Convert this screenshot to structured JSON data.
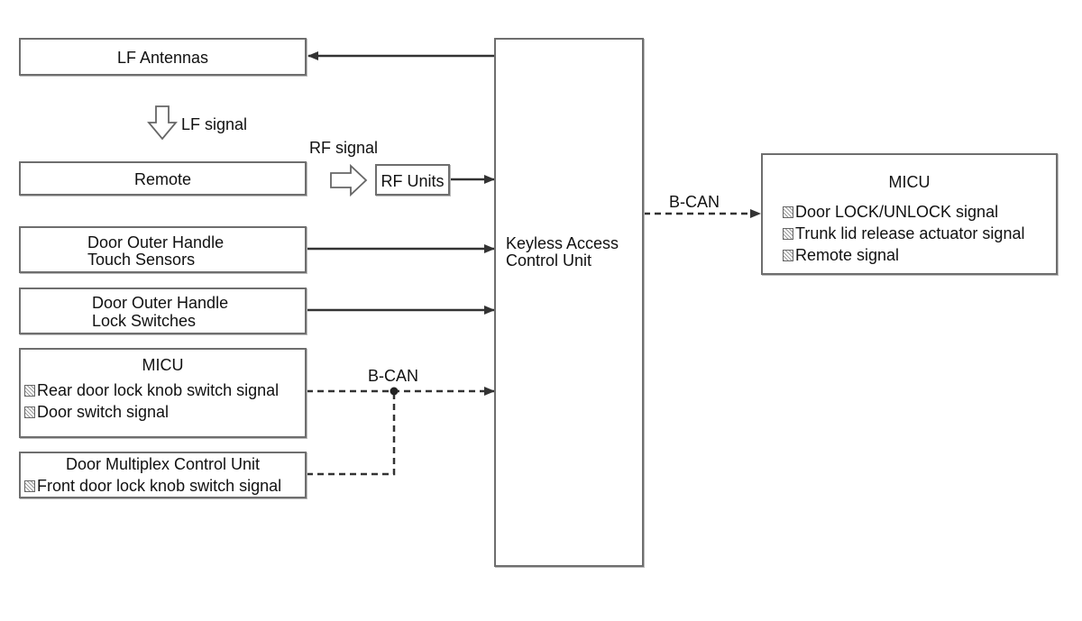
{
  "boxes": {
    "lf_antennas": "LF Antennas",
    "remote": "Remote",
    "rf_units": "RF Units",
    "touch_sensors": [
      "Door Outer Handle",
      "Touch Sensors"
    ],
    "lock_switches": [
      "Door Outer Handle",
      "Lock Switches"
    ],
    "micu_left": {
      "title": "MICU",
      "items": [
        "Rear door lock knob switch signal",
        "Door switch signal"
      ]
    },
    "door_multiplex": {
      "title": "Door Multiplex Control Unit",
      "items": [
        "Front door lock knob switch signal"
      ]
    },
    "keyless": [
      "Keyless Access",
      "Control Unit"
    ],
    "micu_right": {
      "title": "MICU",
      "items": [
        "Door LOCK/UNLOCK signal",
        "Trunk lid release actuator signal",
        "Remote signal"
      ]
    }
  },
  "labels": {
    "lf_signal": "LF signal",
    "rf_signal": "RF signal",
    "bcan_left": "B-CAN",
    "bcan_right": "B-CAN"
  },
  "colors": {
    "line": "#333333",
    "border": "#6e6e6e"
  }
}
